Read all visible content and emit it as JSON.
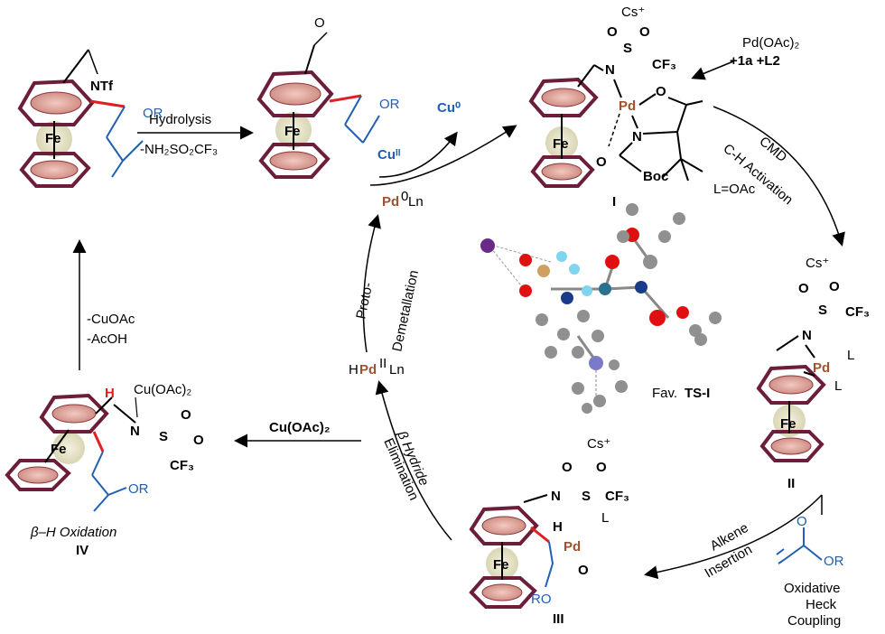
{
  "colors": {
    "ring_stroke": "#6b1d3a",
    "ring_fill": "#d49a90",
    "fe_halo": "#e8e6cf",
    "ester_blue": "#1f5fb4",
    "pd_brown": "#a0522d",
    "new_bond_red": "#e02020"
  },
  "top_left": {
    "imine": "NTf",
    "fe": "Fe",
    "ester": "OR"
  },
  "hydrolysis": {
    "line1": "Hydrolysis",
    "line2": "-NH₂SO₂CF₃"
  },
  "aldehyde": {
    "fe": "Fe",
    "ester": "OR",
    "oxygen": "O"
  },
  "copper_cycle": {
    "cu0": "Cu⁰",
    "cu2": "Cuᴵᴵ",
    "pd0": "Pd",
    "pd0_sup": "0",
    "pd0_ln": "Ln"
  },
  "catalyst_add": {
    "line1": "Pd(OAc)₂",
    "line2": "+1a +L2"
  },
  "intermediate_I": {
    "cs": "Cs⁺",
    "s": "S",
    "cf3": "CF₃",
    "n": "N",
    "pd": "Pd",
    "o1": "O",
    "o2": "O",
    "o3": "O",
    "n2": "N",
    "boc": "Boc",
    "fe": "Fe",
    "l_def": "L=OAc",
    "label": "I"
  },
  "cmd_step": {
    "line1": "CMD",
    "line2": "C-H Activation"
  },
  "intermediate_II": {
    "cs": "Cs⁺",
    "s": "S",
    "cf3": "CF₃",
    "n": "N",
    "pd": "Pd",
    "l1": "L",
    "l2": "L",
    "fe": "Fe",
    "label": "II"
  },
  "ts_label": {
    "prefix": "Fav.",
    "name": "TS-I"
  },
  "protodemetallation": {
    "line1": "Proto-",
    "line2": "Demetallation"
  },
  "hpd": {
    "h": "H",
    "pd": "Pd",
    "sup": "II",
    "ln": "Ln"
  },
  "beta_hydride": {
    "line1": "β Hydride",
    "line2": "Elimination"
  },
  "cuoac_arrow": {
    "label": "Cu(OAc)₂"
  },
  "left_arrow": {
    "line1": "-CuOAc",
    "line2": "-AcOH"
  },
  "intermediate_IV": {
    "cu": "Cu(OAc)₂",
    "h": "H",
    "n": "N",
    "s": "S",
    "cf3": "CF₃",
    "o": "O",
    "fe": "Fe",
    "ester": "OR",
    "caption": "β–H Oxidation",
    "label": "IV"
  },
  "intermediate_III": {
    "cs": "Cs⁺",
    "s": "S",
    "cf3": "CF₃",
    "n": "N",
    "h": "H",
    "pd": "Pd",
    "l": "L",
    "fe": "Fe",
    "ro": "RO",
    "label": "III"
  },
  "alkene_step": {
    "line1": "Alkene",
    "line2": "Insertion"
  },
  "acrylate": {
    "o": "O",
    "or": "OR"
  },
  "heck": {
    "line1": "Oxidative",
    "line2": "Heck",
    "line3": "Coupling"
  }
}
